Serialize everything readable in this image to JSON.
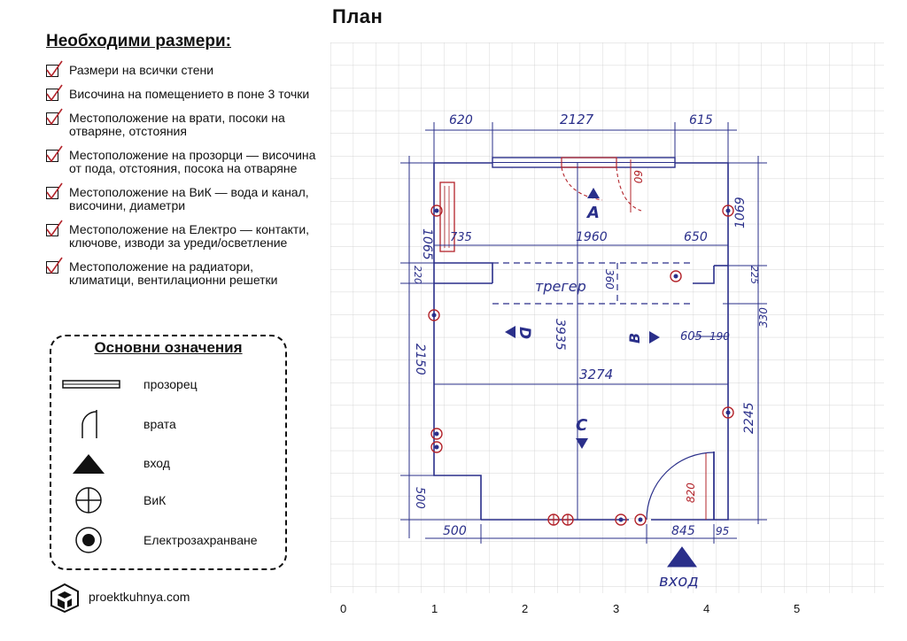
{
  "title": "План",
  "requirements": {
    "title": "Необходими размери:",
    "items": [
      "Размери на всички стени",
      "Височина на помещението в поне 3 точки",
      "Местоположение на врати, посоки на отваряне, отстояния",
      "Местоположение на прозорци — височина от пода, отстояния, посока на отваряне",
      "Местоположение на ВиК — вода и канал, височини, диаметри",
      "Местоположение на Електро — контакти, ключове, изводи за уреди/осветление",
      "Местоположение на радиатори, климатици, вентилационни решетки"
    ]
  },
  "legend": {
    "title": "Основни означения",
    "items": [
      {
        "icon": "window-icon",
        "label": "прозорец"
      },
      {
        "icon": "door-icon",
        "label": "врата"
      },
      {
        "icon": "entrance-icon",
        "label": "вход"
      },
      {
        "icon": "plumbing-icon",
        "label": "ВиК"
      },
      {
        "icon": "power-outlet-icon",
        "label": "Електрозахранване"
      }
    ]
  },
  "brand": {
    "name": "proektkuhnya.com"
  },
  "plan": {
    "axis_numbers": [
      "0",
      "1",
      "2",
      "3",
      "4",
      "5"
    ],
    "dims": {
      "top_left": "620",
      "top_mid": "2127",
      "top_right": "615",
      "left_top": "1065",
      "right_top": "1069",
      "window_height": "60",
      "niche_width": "735",
      "mid_width": "1960",
      "right_width": "650",
      "left_small": "220",
      "beam_label": "трегер",
      "beam_depth": "360",
      "right_small": "225",
      "right_mid": "330",
      "total_height": "3935",
      "seg_605": "605",
      "seg_190": "190",
      "left_mid": "2150",
      "total_width": "3274",
      "right_bottom": "2245",
      "left_bottom": "500",
      "door_width": "820",
      "bottom_left": "500",
      "bottom_door": "845",
      "bottom_right": "95",
      "entrance_label": "вход"
    },
    "wall_labels": {
      "a": "A",
      "b": "B",
      "c": "C",
      "d": "D"
    }
  },
  "colors": {
    "pen_blue": "#2a2f8a",
    "pen_red": "#b3242b",
    "grid": "#c8c8c8"
  }
}
